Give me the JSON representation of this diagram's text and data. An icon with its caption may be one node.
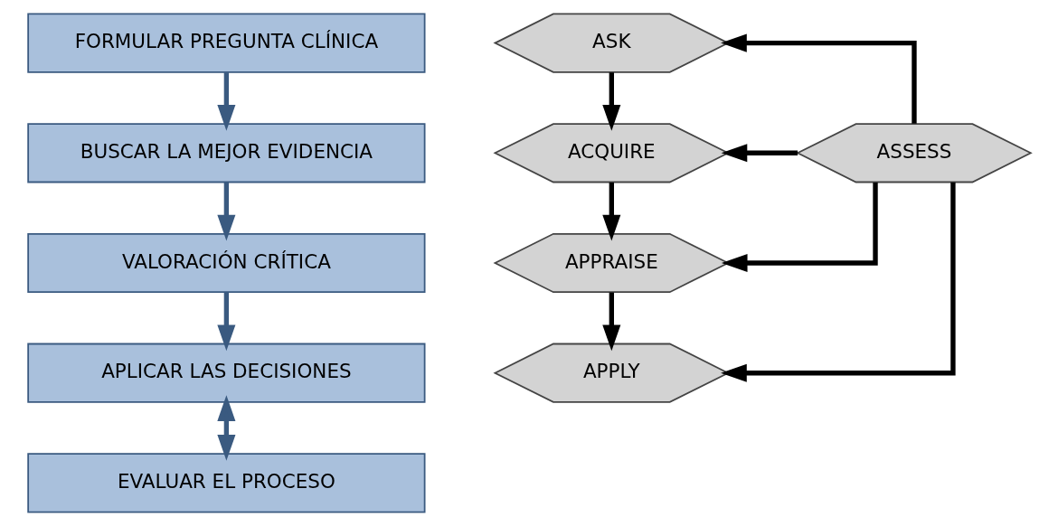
{
  "diagram": {
    "nodes": [
      {
        "text": [
          "FORMULAR PREGUNTA CLÍNICA"
        ]
      },
      {
        "text": [
          "BUSCAR LA MEJOR EVIDENCIA"
        ]
      },
      {
        "text": [
          "VALORACIÓN CRÍTICA"
        ]
      },
      {
        "text": [
          "APLICAR LAS DECISIONES"
        ]
      },
      {
        "text": [
          "EVALUAR EL PROCESO"
        ]
      },
      {
        "text": [
          "ASK"
        ]
      },
      {
        "text": [
          "ACQUIRE"
        ]
      },
      {
        "text": [
          "APPRAISE"
        ]
      },
      {
        "text": [
          "APPLY"
        ]
      },
      {
        "text": [
          "ASSESS"
        ]
      }
    ],
    "edges": [
      {
        "from": 0,
        "to": 1,
        "arrow": "to",
        "color": "#3a5a80"
      },
      {
        "from": 1,
        "to": 2,
        "arrow": "to",
        "color": "#3a5a80"
      },
      {
        "from": 2,
        "to": 3,
        "arrow": "to",
        "color": "#3a5a80"
      },
      {
        "from": 3,
        "to": 4,
        "arrow": "both",
        "color": "#3a5a80"
      },
      {
        "from": 5,
        "to": 6,
        "arrow": "to"
      },
      {
        "from": 6,
        "to": 7,
        "arrow": "to"
      },
      {
        "from": 7,
        "to": 8,
        "arrow": "to"
      },
      {
        "from": 9,
        "to": 5,
        "arrow": "to"
      },
      {
        "from": 9,
        "to": 6,
        "arrow": "to"
      },
      {
        "from": 9,
        "to": 7,
        "arrow": "to"
      },
      {
        "from": 9,
        "to": 8,
        "arrow": "to"
      }
    ]
  }
}
